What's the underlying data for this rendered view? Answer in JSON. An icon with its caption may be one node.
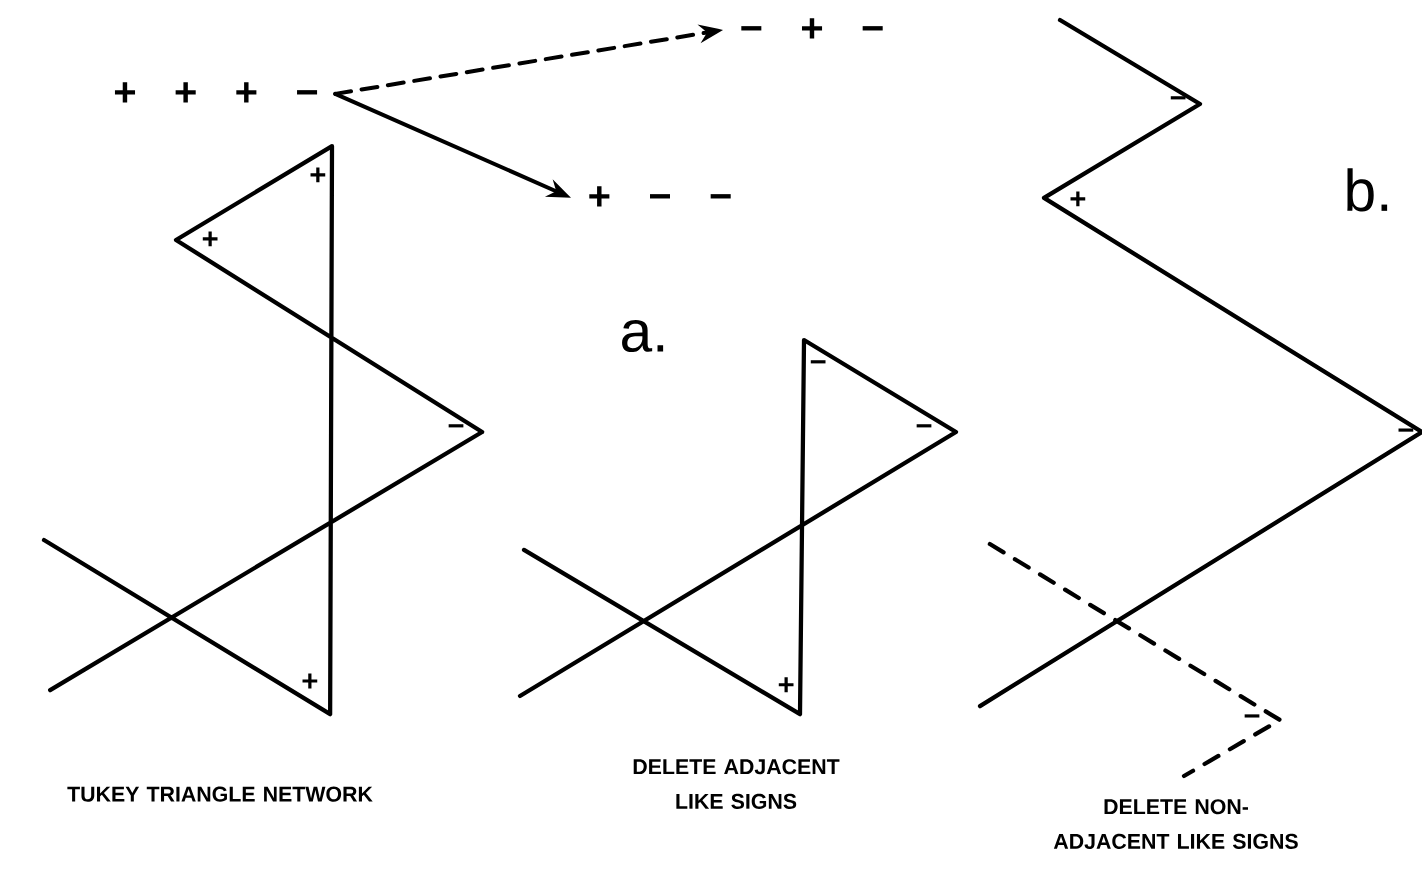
{
  "diagram": {
    "nodes": [
      {
        "text": [
          "+ + + −"
        ]
      },
      {
        "text": [
          "− + −"
        ]
      },
      {
        "text": [
          "+ − −"
        ]
      }
    ],
    "edges": [
      {
        "from": 0,
        "to": 1,
        "arrow": "to",
        "style": "dashed"
      },
      {
        "from": 0,
        "to": 2,
        "arrow": "to"
      }
    ],
    "labels": [
      "b.",
      "+",
      "+",
      "−",
      "+",
      "a.",
      "−",
      "−",
      "+",
      "−",
      "+",
      "−",
      "−",
      "TUKEY TRIANGLE NETWORK",
      "DELETE ADJACENT LIKE SIGNS",
      "DELETE NON-ADJACENT LIKE SIGNS"
    ]
  }
}
